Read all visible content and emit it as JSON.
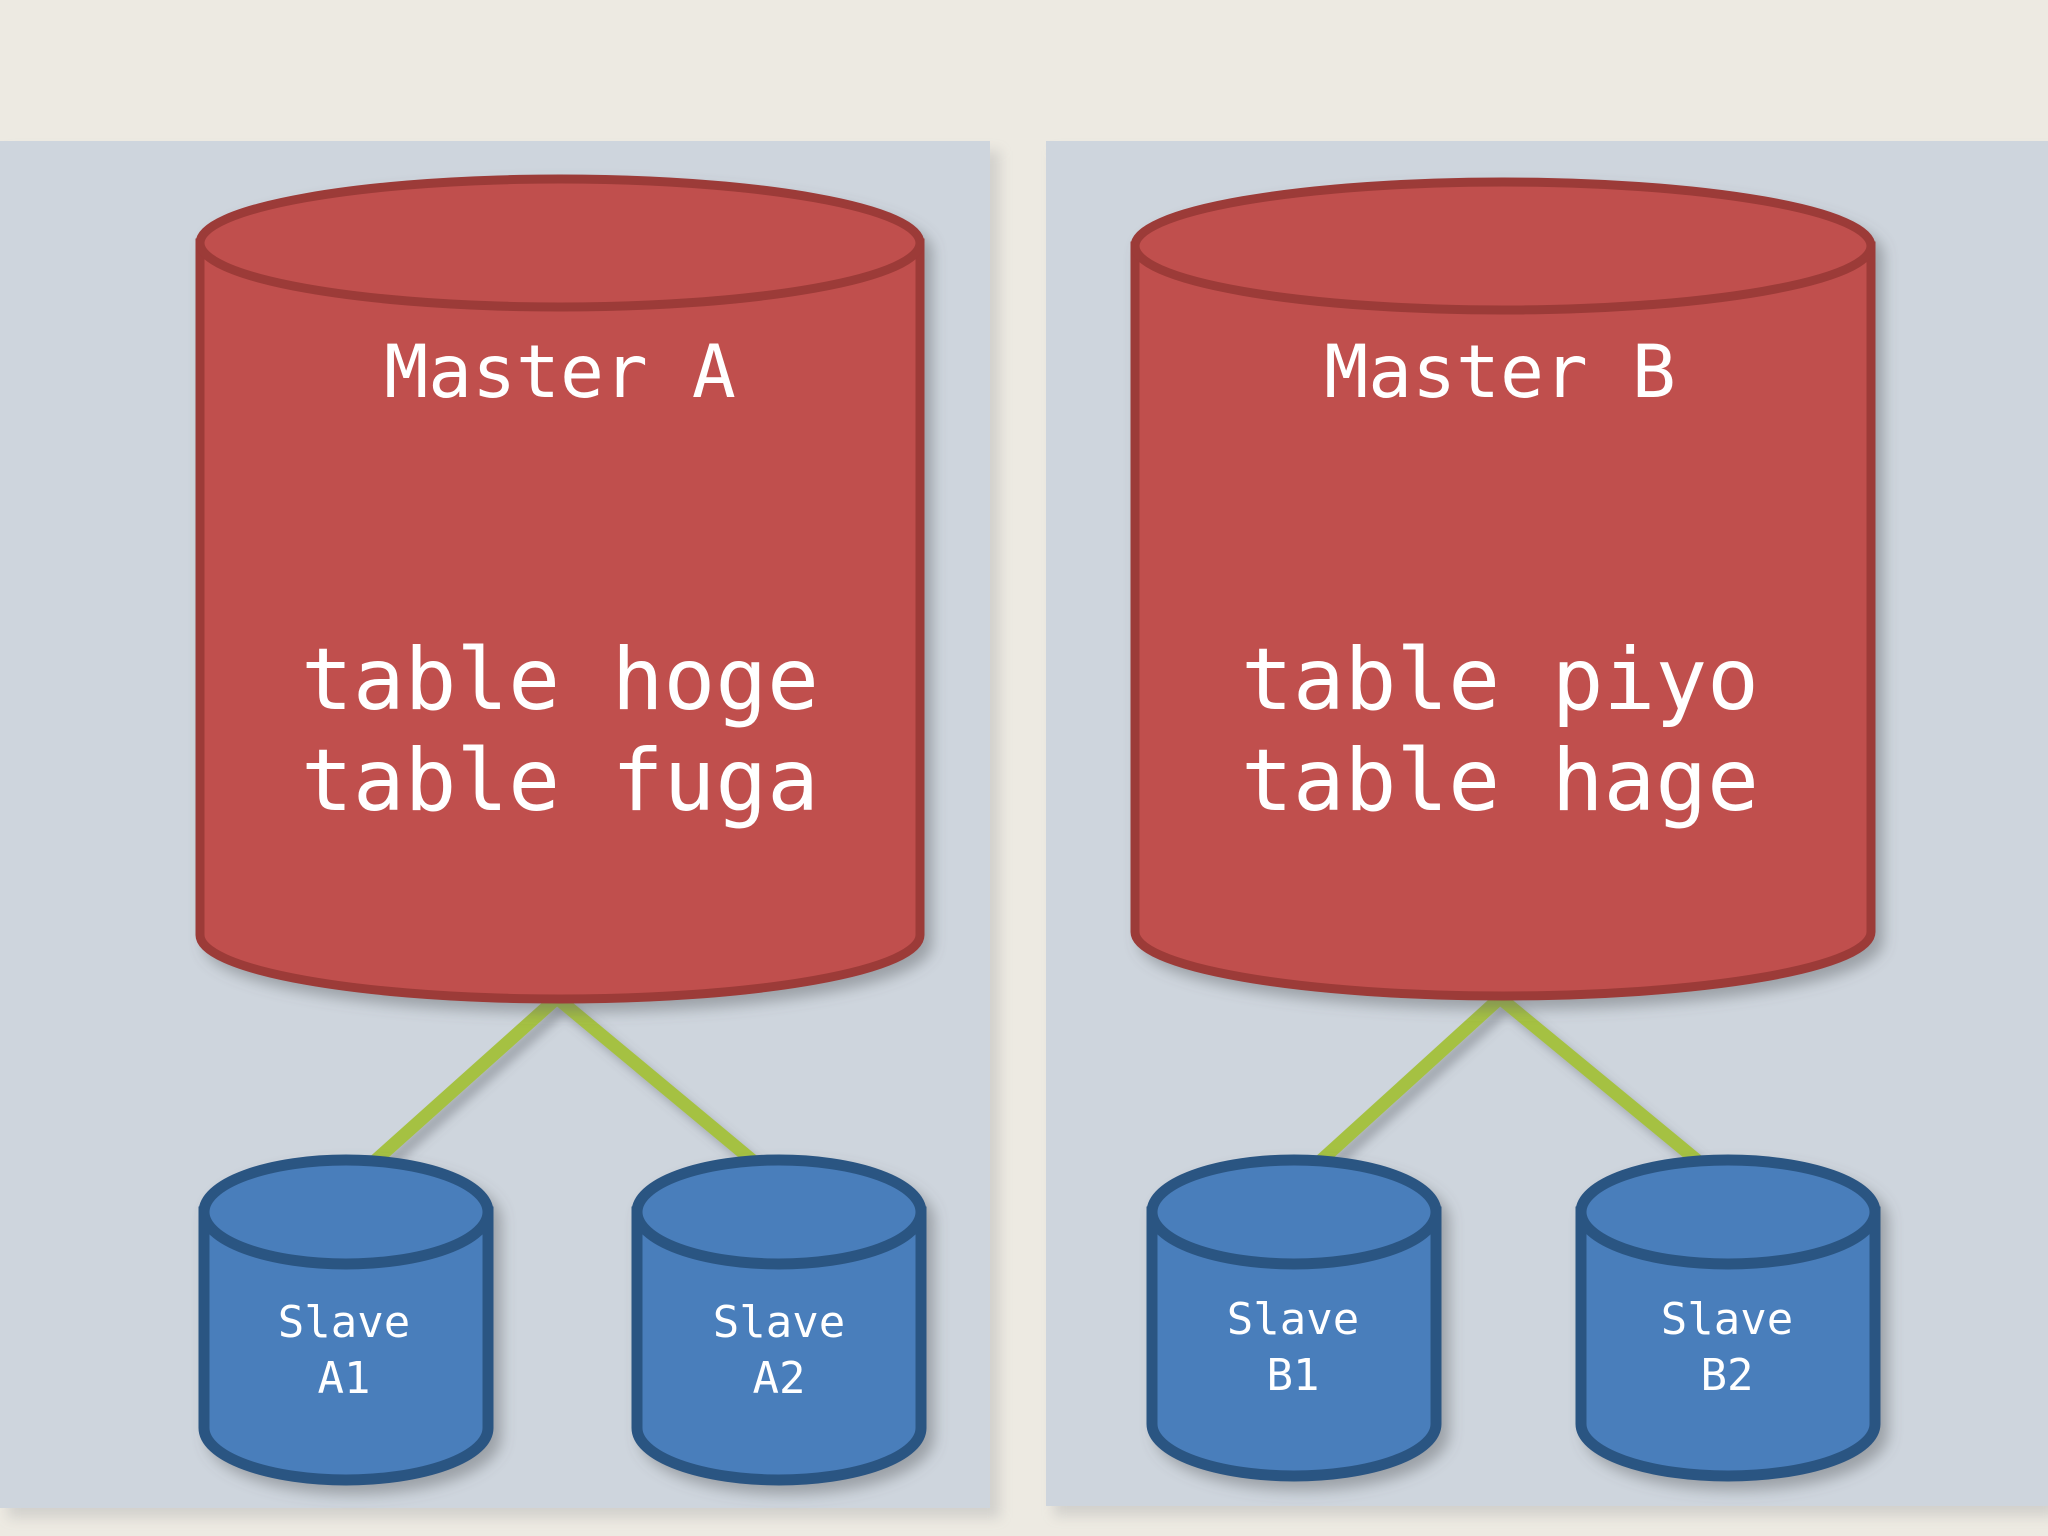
{
  "colors": {
    "page_background": "#edeae2",
    "panel_background": "#ced5dd",
    "master_fill": "#c0504d",
    "master_stroke": "#9c3a38",
    "slave_fill": "#4a7ebb",
    "slave_stroke": "#2b5582",
    "connector": "#a5c143",
    "label_text": "#ffffff"
  },
  "diagram": {
    "type": "database-replication-topology",
    "panels": [
      {
        "id": "panel-a",
        "master": {
          "name": "Master A",
          "shape": "cylinder",
          "tables": [
            "table hoge",
            "table fuga"
          ]
        },
        "slaves": [
          {
            "id": "slave-a1",
            "line1": "Slave",
            "line2": "A1",
            "shape": "cylinder"
          },
          {
            "id": "slave-a2",
            "line1": "Slave",
            "line2": "A2",
            "shape": "cylinder"
          }
        ],
        "connectors": 2
      },
      {
        "id": "panel-b",
        "master": {
          "name": "Master B",
          "shape": "cylinder",
          "tables": [
            "table piyo",
            "table hage"
          ]
        },
        "slaves": [
          {
            "id": "slave-b1",
            "line1": "Slave",
            "line2": "B1",
            "shape": "cylinder"
          },
          {
            "id": "slave-b2",
            "line1": "Slave",
            "line2": "B2",
            "shape": "cylinder"
          }
        ],
        "connectors": 2
      }
    ]
  },
  "text": {
    "master_a_title": "Master A",
    "master_a_tables": "table hoge\ntable fuga",
    "master_b_title": "Master B",
    "master_b_tables": "table piyo\ntable hage",
    "slave_a1": "Slave\nA1",
    "slave_a2": "Slave\nA2",
    "slave_b1": "Slave\nB1",
    "slave_b2": "Slave\nB2"
  }
}
